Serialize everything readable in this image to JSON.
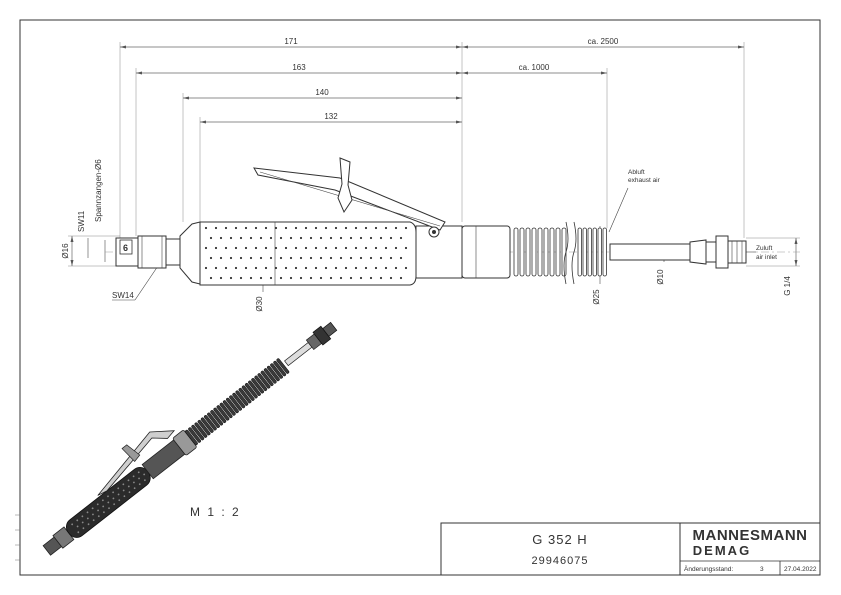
{
  "dimensions": {
    "d171": "171",
    "d163": "163",
    "d140": "140",
    "d132": "132",
    "d2500": "ca. 2500",
    "d1000": "ca. 1000",
    "phi16": "Ø16",
    "phi30": "Ø30",
    "phi25": "Ø25",
    "phi10": "Ø10",
    "sw11": "SW11",
    "sw14": "SW14",
    "collet": "Spannzangen-Ø6",
    "collet_size": "6",
    "g14": "G 1/4"
  },
  "annotations": {
    "exhaust_de": "Abluft",
    "exhaust_en": "exhaust air",
    "inlet_de": "Zuluft",
    "inlet_en": "air inlet"
  },
  "scale": "M 1 : 2",
  "title_block": {
    "model": "G 352 H",
    "part_number": "29946075",
    "brand_line1": "MANNESMANN",
    "brand_line2": "DEMAG",
    "revision_label": "Änderungsstand:",
    "revision_value": "3",
    "date": "27.04.2022"
  },
  "colors": {
    "line": "#333333",
    "dimension": "#666666",
    "grip": "#2b2b2b"
  }
}
